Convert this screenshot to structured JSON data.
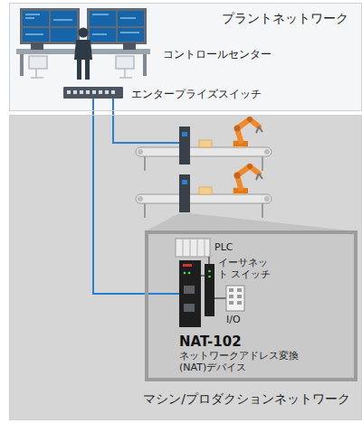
{
  "diagram": {
    "nodes": [
      {
        "text": [
          "プラントネットワーク"
        ]
      },
      {
        "text": [
          "マシン/プロダクションネットワーク"
        ]
      },
      {
        "text": [
          "NAT-102",
          "ネットワークアドレス変換 (NAT)デバイス"
        ],
        "in": 1
      }
    ],
    "labels": [
      "コントロールセンター",
      "エンタープライズスイッチ",
      "PLC",
      "イーサネット スイッチ",
      "I/O"
    ]
  }
}
